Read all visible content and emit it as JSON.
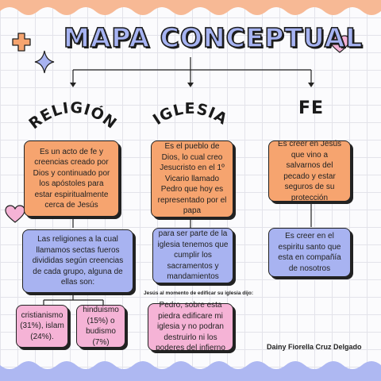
{
  "title": "MAPA CONCEPTUAL",
  "columns": {
    "religion": {
      "heading": "RELIGIÓN",
      "box1": "Es un acto de fe y creencias creado por Dios y continuado por los apóstoles para estar espiritualmente cerca de Jesús",
      "box2": "Las religiones a la cual llamamos sectas fueros divididas según creencias de cada grupo, alguna de ellas son:",
      "sub_left": "cristianismo (31%), islam (24%).",
      "sub_right": "hinduismo (15%) o budismo (7%)"
    },
    "iglesia": {
      "heading": "IGLESIA",
      "box1": "Es el pueblo de Dios, lo cual creo Jesucristo en el 1º Vicario llamado Pedro que hoy es representado por el papa",
      "box2": "para ser parte de la iglesia tenemos que cumplir los sacramentos y mandamientos",
      "caption": "Jesús al momento de edificar su iglesia dijo:",
      "box3": "Pedro, sobre esta piedra edificare mi iglesia y no podran destruirlo ni los poderes del infierno"
    },
    "fe": {
      "heading": "FE",
      "box1": "Es creer en Jesús que vino a salvarnos del pecado y estar seguros de su protección",
      "box2": "Es creer en el espiritu santo que esta en compañía de nosotros"
    }
  },
  "signature": "Dainy Fiorella Cruz Delgado",
  "colors": {
    "orange": "#f6a46f",
    "lilac": "#a8b3f1",
    "pink": "#f5b3d6",
    "wave_top": "#f7b995",
    "wave_bottom": "#aeb8f2"
  },
  "icons": [
    "plus-icon",
    "sparkle-star-icon",
    "heart-icon"
  ]
}
